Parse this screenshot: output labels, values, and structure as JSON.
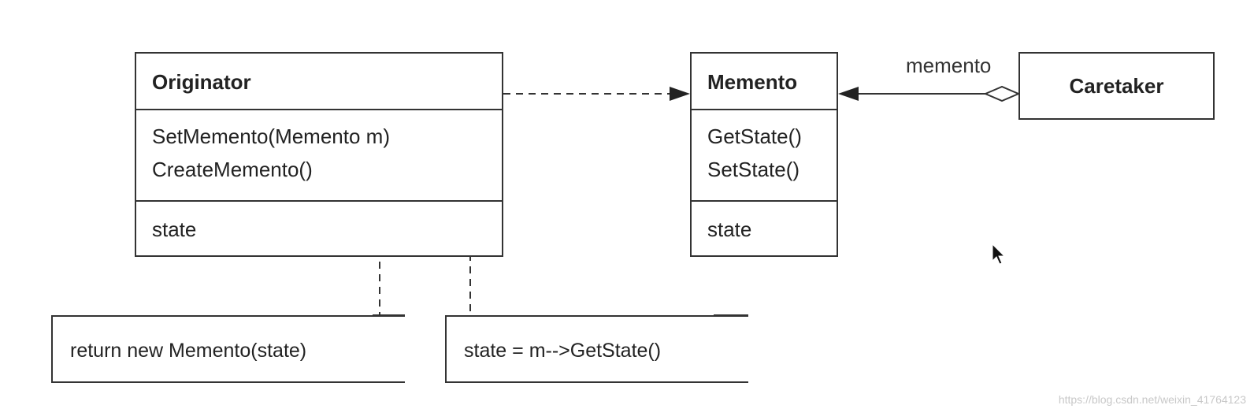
{
  "originator": {
    "name": "Originator",
    "operations": [
      "SetMemento(Memento m)",
      "CreateMemento()"
    ],
    "attributes": [
      "state"
    ]
  },
  "memento": {
    "name": "Memento",
    "operations": [
      "GetState()",
      "SetState()"
    ],
    "attributes": [
      "state"
    ]
  },
  "caretaker": {
    "name": "Caretaker"
  },
  "association": {
    "role_label": "memento"
  },
  "notes": {
    "create_memento": "return new Memento(state)",
    "set_memento": "state = m-->GetState()"
  },
  "watermark": "https://blog.csdn.net/weixin_41764123",
  "colors": {
    "line": "#333333",
    "note_fold": "#9e9e9e",
    "watermark": "#c8c8c8"
  }
}
